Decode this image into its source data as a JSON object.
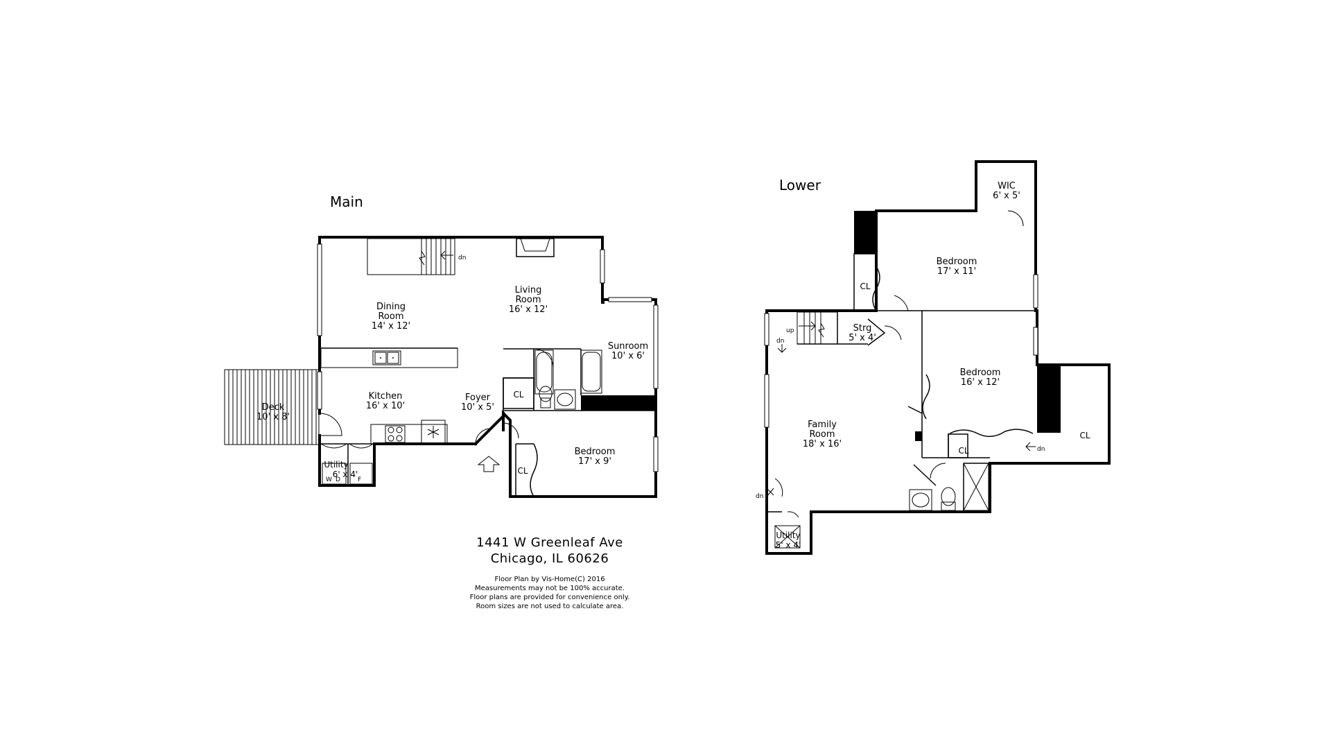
{
  "floors": {
    "main": {
      "title": "Main",
      "rooms": {
        "dining": {
          "name_1": "Dining",
          "name_2": "Room",
          "size": "14' x 12'"
        },
        "living": {
          "name_1": "Living",
          "name_2": "Room",
          "size": "16' x 12'"
        },
        "sunroom": {
          "name": "Sunroom",
          "size": "10' x 6'"
        },
        "kitchen": {
          "name": "Kitchen",
          "size": "16' x 10'"
        },
        "foyer": {
          "name": "Foyer",
          "size": "10' x 5'"
        },
        "deck": {
          "name": "Deck",
          "size": "10' x 8'"
        },
        "bedroom": {
          "name": "Bedroom",
          "size": "17' x 9'"
        },
        "utility": {
          "name": "Utility",
          "size": "6' x 4'"
        }
      },
      "closet_1": "CL",
      "closet_2": "CL",
      "stair_dn": "dn",
      "washer": "W",
      "dryer": "D",
      "furnace": "F"
    },
    "lower": {
      "title": "Lower",
      "rooms": {
        "wic": {
          "name": "WIC",
          "size": "6' x 5'"
        },
        "bedroom_1": {
          "name": "Bedroom",
          "size": "17' x 11'"
        },
        "bedroom_2": {
          "name": "Bedroom",
          "size": "16' x 12'"
        },
        "family": {
          "name_1": "Family",
          "name_2": "Room",
          "size": "18' x 16'"
        },
        "storage": {
          "name": "Strg",
          "size": "5' x 4'"
        },
        "utility": {
          "name": "Utility",
          "size": "5' x 4'"
        }
      },
      "closet_1": "CL",
      "closet_2": "CL",
      "closet_3": "CL",
      "stair_up": "up",
      "stair_dn": "dn",
      "dn_2": "dn",
      "dn_3": "dn"
    }
  },
  "address": {
    "line_1": "1441 W Greenleaf Ave",
    "line_2": "Chicago, IL 60626"
  },
  "disclaimer": {
    "line_1": "Floor Plan by Vis-Home(C) 2016",
    "line_2": "Measurements may not be 100% accurate.",
    "line_3": "Floor plans are provided for convenience only.",
    "line_4": "Room sizes are not used to calculate area."
  }
}
